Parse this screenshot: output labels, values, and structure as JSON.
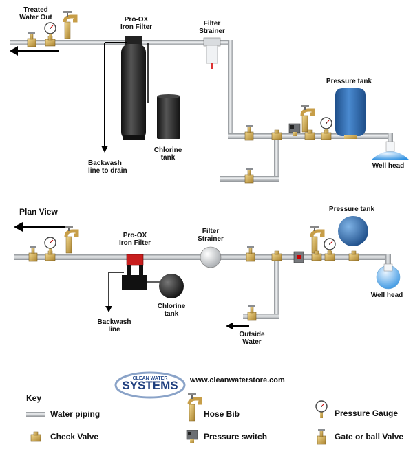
{
  "elevation": {
    "treated_water_out": "Treated\nWater Out",
    "iron_filter": "Pro-OX\nIron Filter",
    "filter_strainer": "Filter\nStrainer",
    "pressure_tank": "Pressure tank",
    "backwash_drain": "Backwash\nline to drain",
    "chlorine_tank": "Chlorine\ntank",
    "well_head": "Well head"
  },
  "plan": {
    "title": "Plan View",
    "iron_filter": "Pro-OX\nIron Filter",
    "filter_strainer": "Filter\nStrainer",
    "pressure_tank": "Pressure tank",
    "chlorine_tank": "Chlorine\ntank",
    "backwash_line": "Backwash\nline",
    "outside_water": "Outside\nWater",
    "well_head": "Well head"
  },
  "brand": {
    "logo_small": "CLEAN WATER",
    "logo_big": "SYSTEMS",
    "url": "www.cleanwaterstore.com"
  },
  "key": {
    "title": "Key",
    "water_piping": "Water piping",
    "check_valve": "Check Valve",
    "hose_bib": "Hose Bib",
    "pressure_switch": "Pressure switch",
    "pressure_gauge": "Pressure Gauge",
    "gate_valve": "Gate or ball Valve"
  },
  "colors": {
    "pipe": "#c7c9cc",
    "brass": "#d9b25e",
    "tank_blue": "#2f6fb3",
    "filter_dark": "#2a2a2a",
    "water": "#5aa9e6"
  }
}
